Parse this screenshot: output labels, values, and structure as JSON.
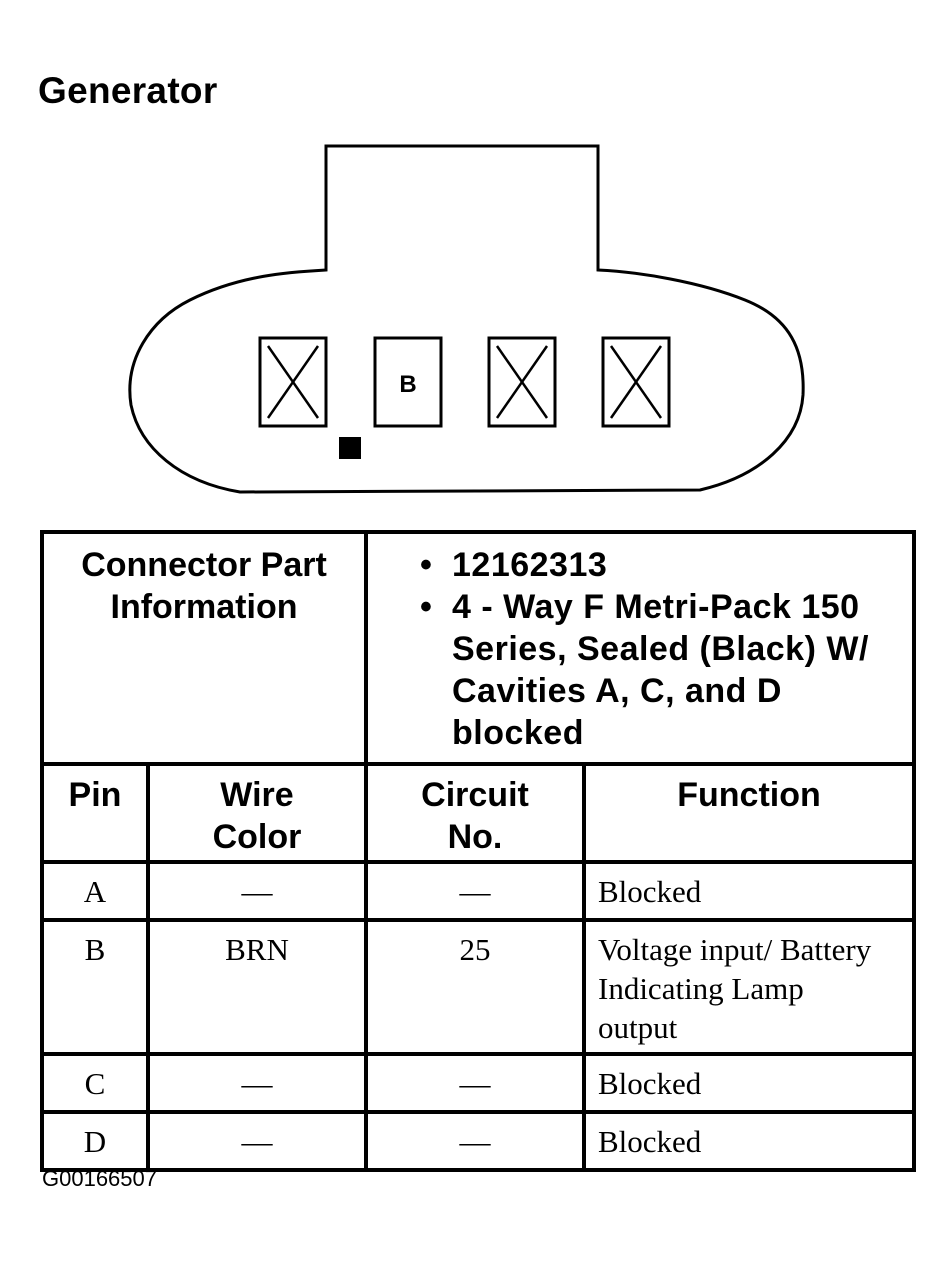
{
  "title": "Generator",
  "connector": {
    "cavities": [
      {
        "id": "A",
        "blocked": true,
        "label": ""
      },
      {
        "id": "B",
        "blocked": false,
        "label": "B"
      },
      {
        "id": "C",
        "blocked": true,
        "label": ""
      },
      {
        "id": "D",
        "blocked": true,
        "label": ""
      }
    ]
  },
  "part_info": {
    "heading": "Connector Part Information",
    "bullets": [
      "12162313",
      "4 - Way F Metri-Pack 150 Series, Sealed (Black) W/ Cavities A, C, and D blocked"
    ]
  },
  "table": {
    "headers": [
      "Pin",
      "Wire Color",
      "Circuit No.",
      "Function"
    ],
    "rows": [
      {
        "pin": "A",
        "wire_color": "—",
        "circuit": "—",
        "function": "Blocked"
      },
      {
        "pin": "B",
        "wire_color": "BRN",
        "circuit": "25",
        "function": "Voltage input/ Battery Indicating Lamp output"
      },
      {
        "pin": "C",
        "wire_color": "—",
        "circuit": "—",
        "function": "Blocked"
      },
      {
        "pin": "D",
        "wire_color": "—",
        "circuit": "—",
        "function": "Blocked"
      }
    ]
  },
  "figure_code": "G00166507"
}
